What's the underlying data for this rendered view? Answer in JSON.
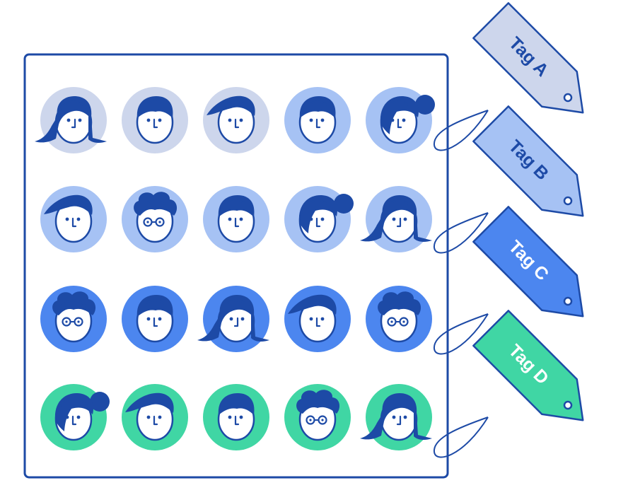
{
  "colors": {
    "outline": "#1d4aa6",
    "face": "#ffffff",
    "tag_a": "#cdd6ec",
    "tag_b": "#a6c2f4",
    "tag_c": "#4c86ef",
    "tag_d": "#40d6a4",
    "text_dark": "#1d4aa6",
    "text_light": "#ffffff"
  },
  "tags": [
    {
      "id": "A",
      "label": "Tag A",
      "color": "#cdd6ec",
      "text_color": "#1d4aa6"
    },
    {
      "id": "B",
      "label": "Tag B",
      "color": "#a6c2f4",
      "text_color": "#1d4aa6"
    },
    {
      "id": "C",
      "label": "Tag C",
      "color": "#4c86ef",
      "text_color": "#ffffff"
    },
    {
      "id": "D",
      "label": "Tag D",
      "color": "#40d6a4",
      "text_color": "#ffffff"
    }
  ],
  "avatar_grid": [
    [
      "A:bob",
      "A:short",
      "A:swoop",
      "B:short",
      "B:bun"
    ],
    [
      "B:swoop",
      "B:curly",
      "B:short",
      "B:bun",
      "B:bob"
    ],
    [
      "C:curly",
      "C:short",
      "C:bob",
      "C:swoop",
      "C:curly"
    ],
    [
      "D:bun",
      "D:swoop",
      "D:short",
      "D:curly",
      "D:bob"
    ]
  ]
}
